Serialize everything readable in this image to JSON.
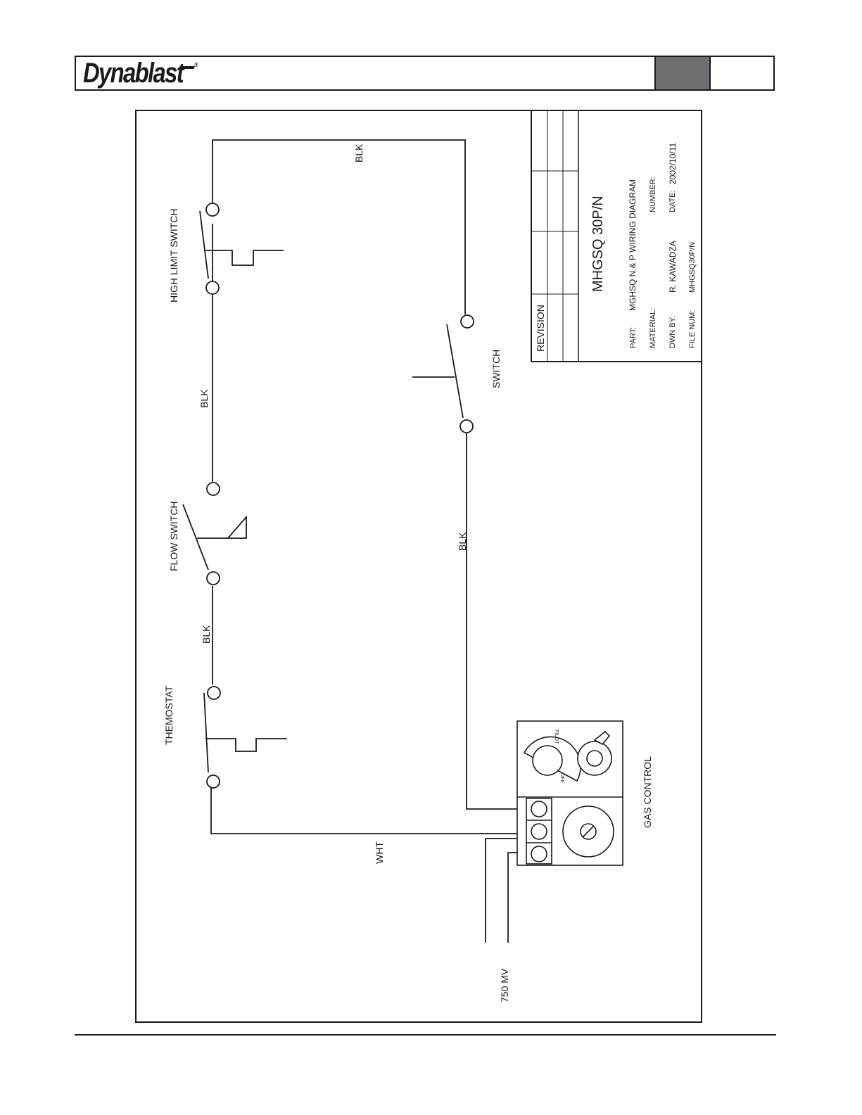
{
  "header": {
    "logo_text": "Dynablast",
    "logo_mark": "®"
  },
  "diagram": {
    "labels": {
      "high_limit_switch": "HIGH LIMIT SWITCH",
      "flow_switch": "FLOW SWITCH",
      "themostat": "THEMOSTAT",
      "switch": "SWITCH",
      "gas_control": "GAS CONTROL",
      "power": "750 MV"
    },
    "wires": {
      "top_right": "BLK",
      "upper_left": "BLK",
      "middle_left": "BLK",
      "center": "BLK",
      "bottom": "WHT"
    },
    "gas_control_knob_labels": {
      "pilot": "PILOT",
      "off": "OFF"
    }
  },
  "title_block": {
    "revision_label": "REVISION",
    "title": "MHGSQ 30P/N",
    "part_label": "PART:",
    "part_value": "MGHSQ N & P WIRING DIAGRAM",
    "material_label": "MATERIAL:",
    "number_label": "NUMBER:",
    "dwn_by_label": "DWN BY:",
    "dwn_by_value": "R. KAWADZA",
    "date_label": "DATE:",
    "date_value": "2002/10/11",
    "file_num_label": "FILE NUM:",
    "file_num_value": "MHGSQ30P/N"
  }
}
